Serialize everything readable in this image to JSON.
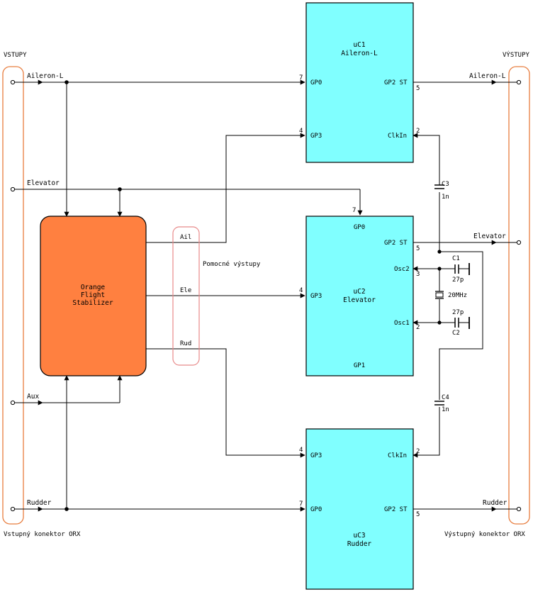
{
  "headers": {
    "inputs": "VSTUPY",
    "outputs": "VÝSTUPY"
  },
  "connectors": {
    "input": "Vstupný konektor ORX",
    "output": "Výstupný konektor ORX"
  },
  "inputs": {
    "aileron": "Aileron-L",
    "elevator": "Elevator",
    "aux": "Aux",
    "rudder": "Rudder"
  },
  "outputs": {
    "aileron": "Aileron-L",
    "elevator": "Elevator",
    "rudder": "Rudder"
  },
  "stabilizer": {
    "line1": "Orange",
    "line2": "Flight",
    "line3": "Stabilizer"
  },
  "aux_outputs": {
    "title": "Pomocné výstupy",
    "ail": "Ail",
    "ele": "Ele",
    "rud": "Rud"
  },
  "uc1": {
    "name": "uC1",
    "role": "Aileron-L",
    "gp0": "GP0",
    "gp3": "GP3",
    "gp2": "GP2 ST",
    "clkin": "ClkIn",
    "pin_gp0": "7",
    "pin_gp3": "4",
    "pin_gp2": "5",
    "pin_clkin": "2"
  },
  "uc2": {
    "name": "uC2",
    "role": "Elevator",
    "gp0": "GP0",
    "gp3": "GP3",
    "gp2": "GP2 ST",
    "osc2": "Osc2",
    "osc1": "Osc1",
    "gp1": "GP1",
    "pin_gp0": "7",
    "pin_gp3": "4",
    "pin_gp2": "5",
    "pin_osc2": "3",
    "pin_osc1": "2"
  },
  "uc3": {
    "name": "uC3",
    "role": "Rudder",
    "gp0": "GP0",
    "gp3": "GP3",
    "gp2": "GP2 ST",
    "clkin": "ClkIn",
    "pin_gp0": "7",
    "pin_gp3": "4",
    "pin_gp2": "5",
    "pin_clkin": "2"
  },
  "components": {
    "c1": "C1",
    "c1_value": "27p",
    "c2": "C2",
    "c2_value": "27p",
    "c3": "C3",
    "c3_value": "1n",
    "c4": "C4",
    "c4_value": "1n",
    "crystal": "20MHz"
  },
  "colors": {
    "mcu_fill": "#80ffff",
    "stabilizer_fill": "#ff8040",
    "connector_stroke": "#e87d3e",
    "aux_box_stroke": "#e88a8a"
  }
}
